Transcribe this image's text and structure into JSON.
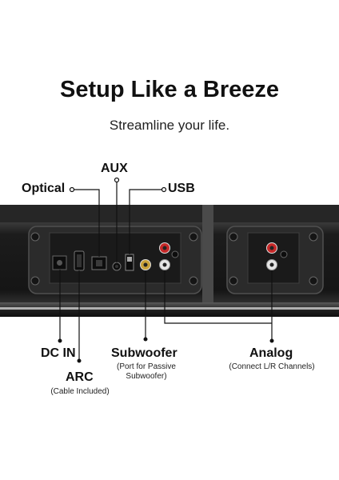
{
  "heading": {
    "title": "Setup Like a Breeze",
    "subtitle": "Streamline your life."
  },
  "ports": {
    "aux": "AUX",
    "optical": "Optical",
    "usb": "USB",
    "dc_in": "DC IN",
    "subwoofer": "Subwoofer",
    "subwoofer_note_line1": "(Port for Passive",
    "subwoofer_note_line2": "Subwoofer)",
    "analog": "Analog",
    "analog_note": "(Connect L/R Channels)",
    "arc": "ARC",
    "arc_note": "(Cable Included)"
  },
  "colors": {
    "bar_dark": "#1e1e1e",
    "panel": "#2b2b2b",
    "rca_red": "#c62828",
    "rca_white": "#e6e6e6",
    "rca_gold": "#c9a23a",
    "line": "#111111"
  }
}
